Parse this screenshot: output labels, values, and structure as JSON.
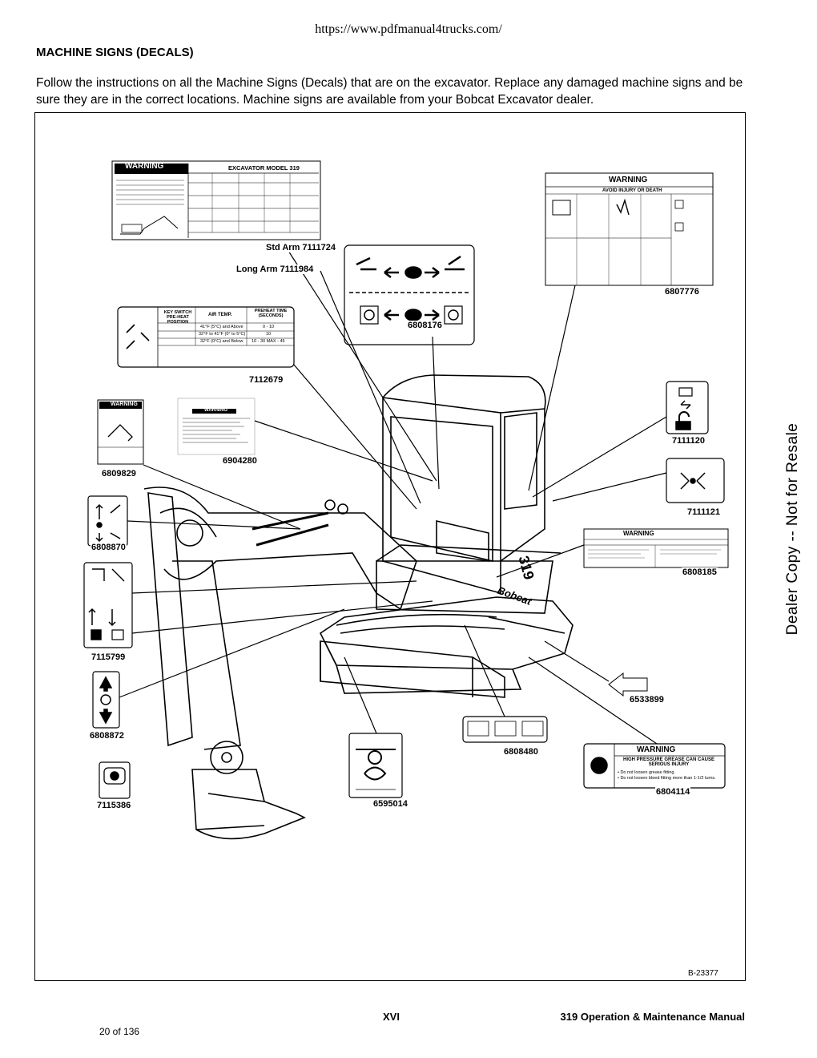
{
  "header": {
    "url": "https://www.pdfmanual4trucks.com/",
    "heading": "MACHINE SIGNS (DECALS)",
    "intro": "Follow the instructions on all the Machine Signs (Decals) that are on the excavator. Replace any damaged machine signs and be sure they are in the correct locations. Machine signs are available from your Bobcat Excavator dealer."
  },
  "figure": {
    "reference": "B-23377",
    "labels": {
      "std_arm": "Std Arm 7111724",
      "long_arm": "Long Arm 7111984",
      "d6808176": "6808176",
      "d6807776": "6807776",
      "d7112679": "7112679",
      "d6904280": "6904280",
      "d6809829": "6809829",
      "d7111120": "7111120",
      "d7111121": "7111121",
      "d6808870": "6808870",
      "d6808185": "6808185",
      "d7115799": "7115799",
      "d6533899": "6533899",
      "d6808872": "6808872",
      "d6808480": "6808480",
      "d6804114": "6804114",
      "d6595014": "6595014",
      "d7115386": "7115386"
    },
    "decal_text": {
      "warning": "WARNING",
      "excavator_model": "EXCAVATOR MODEL 319",
      "avoid_injury": "AVOID INJURY OR DEATH",
      "key_switch": "KEY SWITCH PRE-HEAT POSITION",
      "air_temp": "AIR TEMP.",
      "preheat_time": "PREHEAT TIME (SECONDS)",
      "temp_row1": "41°F (5°C) and Above",
      "temp_row2": "32°F to 41°F (0° to 5°C)",
      "temp_row3": "32°F (0°C) and Below",
      "time_row1": "0 - 10",
      "time_row2": "10",
      "time_row3": "10 - 30 MAX - 45",
      "high_pressure": "HIGH PRESSURE GREASE CAN CAUSE SERIOUS INJURY",
      "grease_1": "• Do not loosen grease fitting.",
      "grease_2": "• Do not loosen bleed fitting more than 1-1/2 turns.",
      "bobcat": "Bobcat",
      "model": "319"
    }
  },
  "watermark": "Dealer Copy -- Not for Resale",
  "footer": {
    "page": "XVI",
    "title": "319 Operation & Maintenance Manual",
    "count": "20 of 136"
  }
}
